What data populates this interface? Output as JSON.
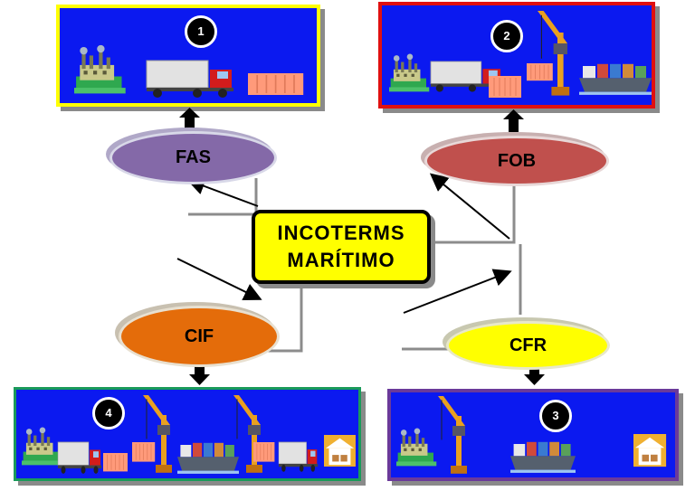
{
  "center": {
    "line1": "INCOTERMS",
    "line2": "MARÍTIMO"
  },
  "terms": {
    "fas": "FAS",
    "fob": "FOB",
    "cif": "CIF",
    "cfr": "CFR"
  },
  "panels": {
    "p1": "1",
    "p2": "2",
    "p3": "3",
    "p4": "4"
  },
  "colors": {
    "panel_bg": "#0b19f0",
    "panel1_border": "#ffff00",
    "panel2_border": "#e01010",
    "panel3_border": "#6b3a9a",
    "panel4_border": "#1a9a5a",
    "fas_oval": "#8469a8",
    "fob_oval": "#c0504d",
    "cif_oval": "#e46c0a",
    "cfr_oval": "#ffff00",
    "center_box": "#ffff00"
  },
  "icons": [
    "factory-icon",
    "truck-icon",
    "container-icon",
    "crane-icon",
    "ship-icon",
    "warehouse-icon"
  ]
}
